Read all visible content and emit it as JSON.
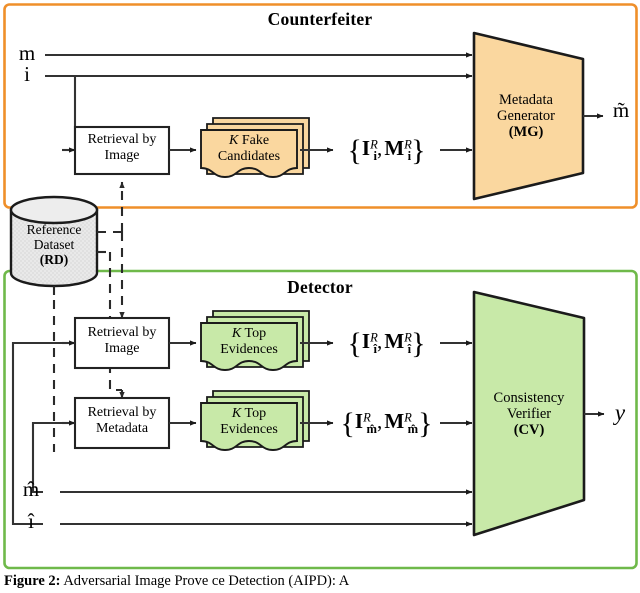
{
  "figure": {
    "caption_bold": "Figure 2:",
    "caption_rest": " Adversarial Image Prove ce Detection (AIPD): A"
  },
  "counterfeiter": {
    "title": "Counterfeiter",
    "border_color": "#ef8f2a",
    "fill_color": "#fad79f",
    "inputs": [
      {
        "name": "metadata-input",
        "symbol": "m"
      },
      {
        "name": "image-input",
        "symbol": "i"
      }
    ],
    "retrieval_box": {
      "line1": "Retrieval by",
      "line2": "Image"
    },
    "candidates_doc": {
      "k": "K",
      "line1_rest": " Fake",
      "line2": "Candidates"
    },
    "evidence_set": {
      "open": "{",
      "v1": "I",
      "sup1": "R",
      "sub1": "i",
      "comma": ",",
      "v2": "M",
      "sup2": "R",
      "sub2": "i",
      "close": "}"
    },
    "model": {
      "line1": "Metadata",
      "line2": "Generator",
      "line3": "(MG)"
    },
    "output": {
      "symbol": "m̃"
    }
  },
  "reference_dataset": {
    "line1": "Reference",
    "line2": "Dataset",
    "line3": "(RD)",
    "fill_color": "#e8e8e8"
  },
  "detector": {
    "title": "Detector",
    "border_color": "#6fb94a",
    "fill_color": "#c8e9a8",
    "retrieval_image_box": {
      "line1": "Retrieval by",
      "line2": "Image"
    },
    "retrieval_metadata_box": {
      "line1": "Retrieval by",
      "line2": "Metadata"
    },
    "evidence_doc_image": {
      "k": "K",
      "line1_rest": " Top",
      "line2": "Evidences"
    },
    "evidence_doc_metadata": {
      "k": "K",
      "line1_rest": " Top",
      "line2": "Evidences"
    },
    "evidence_set_image": {
      "open": "{",
      "v1": "I",
      "sup1": "R",
      "sub1": "î",
      "comma": ",",
      "v2": "M",
      "sup2": "R",
      "sub2": "î",
      "close": "}"
    },
    "evidence_set_metadata": {
      "open": "{",
      "v1": "I",
      "sup1": "R",
      "sub1": "m̂",
      "comma": ",",
      "v2": "M",
      "sup2": "R",
      "sub2": "m̂",
      "close": "}"
    },
    "inputs": [
      {
        "name": "metadata-hat-input",
        "symbol": "m̂"
      },
      {
        "name": "image-hat-input",
        "symbol": "î"
      }
    ],
    "model": {
      "line1": "Consistency",
      "line2": "Verifier",
      "line3": "(CV)"
    },
    "output": {
      "symbol": "y"
    }
  }
}
